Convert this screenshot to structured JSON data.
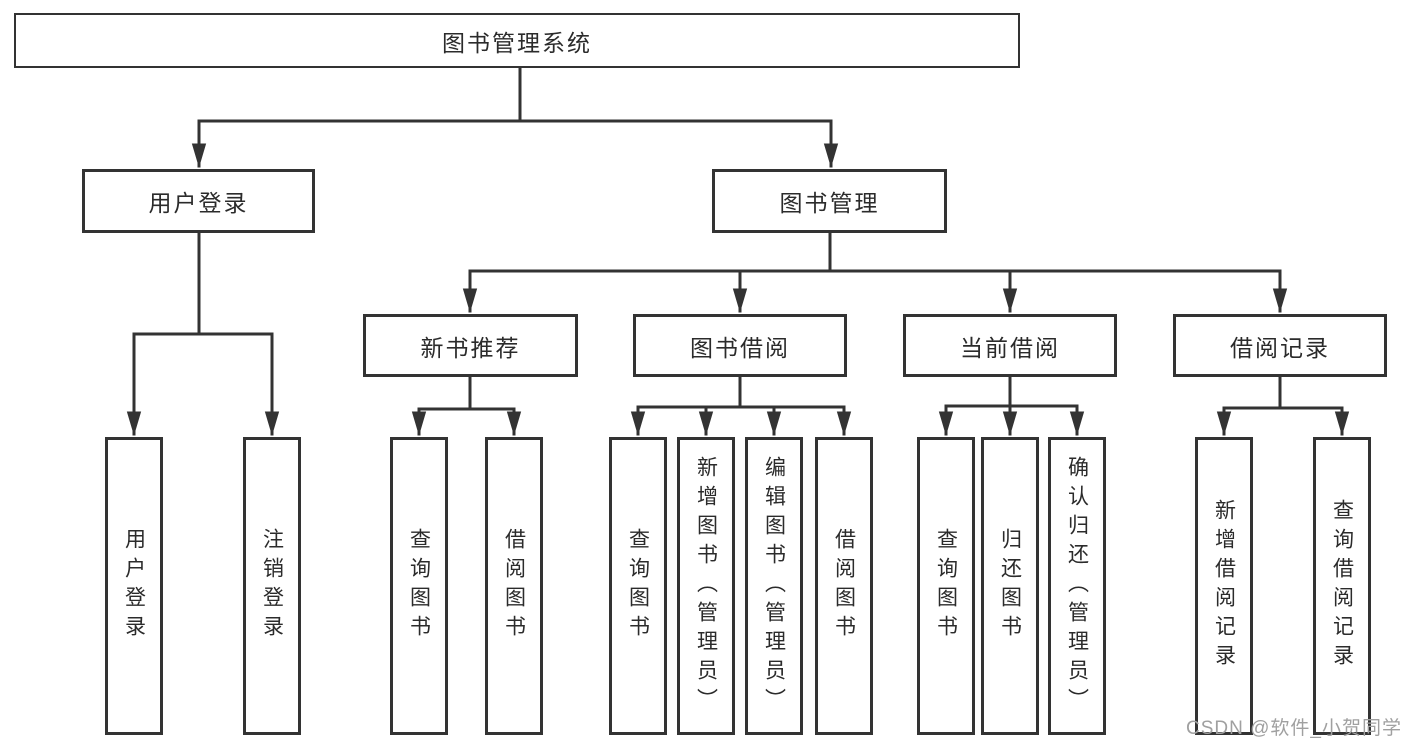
{
  "nodes": {
    "root": "图书管理系统",
    "level2": [
      "用户登录",
      "图书管理"
    ],
    "level3": [
      "新书推荐",
      "图书借阅",
      "当前借阅",
      "借阅记录"
    ],
    "leaves": {
      "user_login": [
        "用户登录",
        "注销登录"
      ],
      "new_book": [
        "查询图书",
        "借阅图书"
      ],
      "book_borrow": [
        "查询图书",
        "新增图书（管理员）",
        "编辑图书（管理员）",
        "借阅图书"
      ],
      "current_borrow": [
        "查询图书",
        "归还图书",
        "确认归还（管理员）"
      ],
      "borrow_record": [
        "新增借阅记录",
        "查询借阅记录"
      ]
    }
  },
  "watermark": {
    "text": "CSDN @软件_小贺同学"
  },
  "colors": {
    "line": "#333333",
    "box_border": "#333333",
    "box_background": "#ffffff",
    "text": "#2b2b2b",
    "watermark": "#a0a0a0",
    "page_background": "#ffffff"
  }
}
